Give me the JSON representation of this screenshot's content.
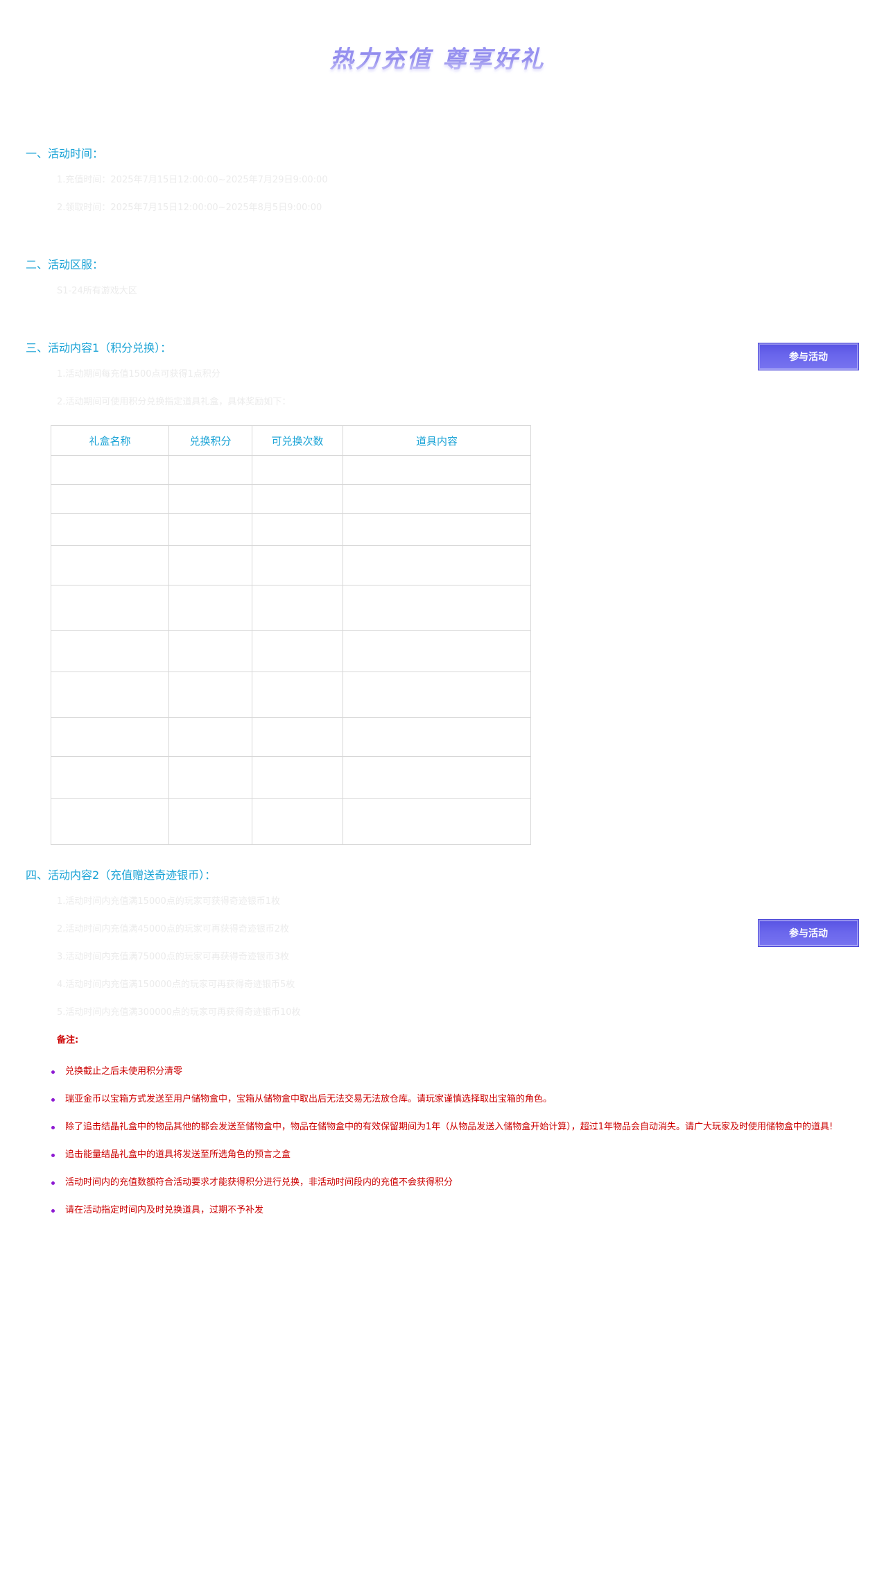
{
  "banner": {
    "title": "热力充值 尊享好礼"
  },
  "section1": {
    "title": "一、活动时间：",
    "lines": [
      "1.充值时间：2025年7月15日12:00:00~2025年7月29日9:00:00",
      "2.领取时间：2025年7月15日12:00:00~2025年8月5日9:00:00"
    ]
  },
  "section2": {
    "title": "二、活动区服：",
    "lines": [
      "S1-24所有游戏大区"
    ]
  },
  "section3": {
    "title": "三、活动内容1（积分兑换）：",
    "lines": [
      "1.活动期间每充值1500点可获得1点积分",
      "2.活动期间可使用积分兑换指定道具礼盒，具体奖励如下："
    ],
    "join_button": "参与活动",
    "table": {
      "headers": [
        "礼盒名称",
        "兑换积分",
        "可兑换次数",
        "道具内容"
      ],
      "rows": [
        [
          "",
          "",
          "",
          ""
        ],
        [
          "",
          "",
          "",
          ""
        ],
        [
          "",
          "",
          "",
          ""
        ],
        [
          "",
          "",
          "",
          ""
        ],
        [
          "",
          "",
          "",
          ""
        ],
        [
          "",
          "",
          "",
          ""
        ],
        [
          "",
          "",
          "",
          ""
        ],
        [
          "",
          "",
          "",
          ""
        ],
        [
          "",
          "",
          "",
          ""
        ],
        [
          "",
          "",
          "",
          ""
        ]
      ]
    }
  },
  "section4": {
    "title": "四、活动内容2（充值赠送奇迹银币）：",
    "lines": [
      "1.活动时间内充值满15000点的玩家可获得奇迹银币1枚",
      "2.活动时间内充值满45000点的玩家可再获得奇迹银币2枚",
      "3.活动时间内充值满75000点的玩家可再获得奇迹银币3枚",
      "4.活动时间内充值满150000点的玩家可再获得奇迹银币5枚",
      "5.活动时间内充值满300000点的玩家可再获得奇迹银币10枚"
    ],
    "join_button": "参与活动"
  },
  "notes": {
    "title": "备注:",
    "items": [
      "兑换截止之后未使用积分清零",
      "瑞亚金币以宝箱方式发送至用户储物盒中，宝箱从储物盒中取出后无法交易无法放仓库。请玩家谨慎选择取出宝箱的角色。",
      "除了追击结晶礼盒中的物品其他的都会发送至储物盒中，物品在储物盒中的有效保留期间为1年（从物品发送入储物盒开始计算），超过1年物品会自动消失。请广大玩家及时使用储物盒中的道具!",
      "追击能量结晶礼盒中的道具将发送至所选角色的预言之盒",
      "活动时间内的充值数额符合活动要求才能获得积分进行兑换，非活动时间段内的充值不会获得积分",
      "请在活动指定时间内及时兑换道具，过期不予补发"
    ]
  },
  "colors": {
    "section_title": "#1aa3d6",
    "note_text": "#cc0000",
    "bullet": "#8d1ad2",
    "button": "#5752e3",
    "banner": "#8b86ee"
  }
}
